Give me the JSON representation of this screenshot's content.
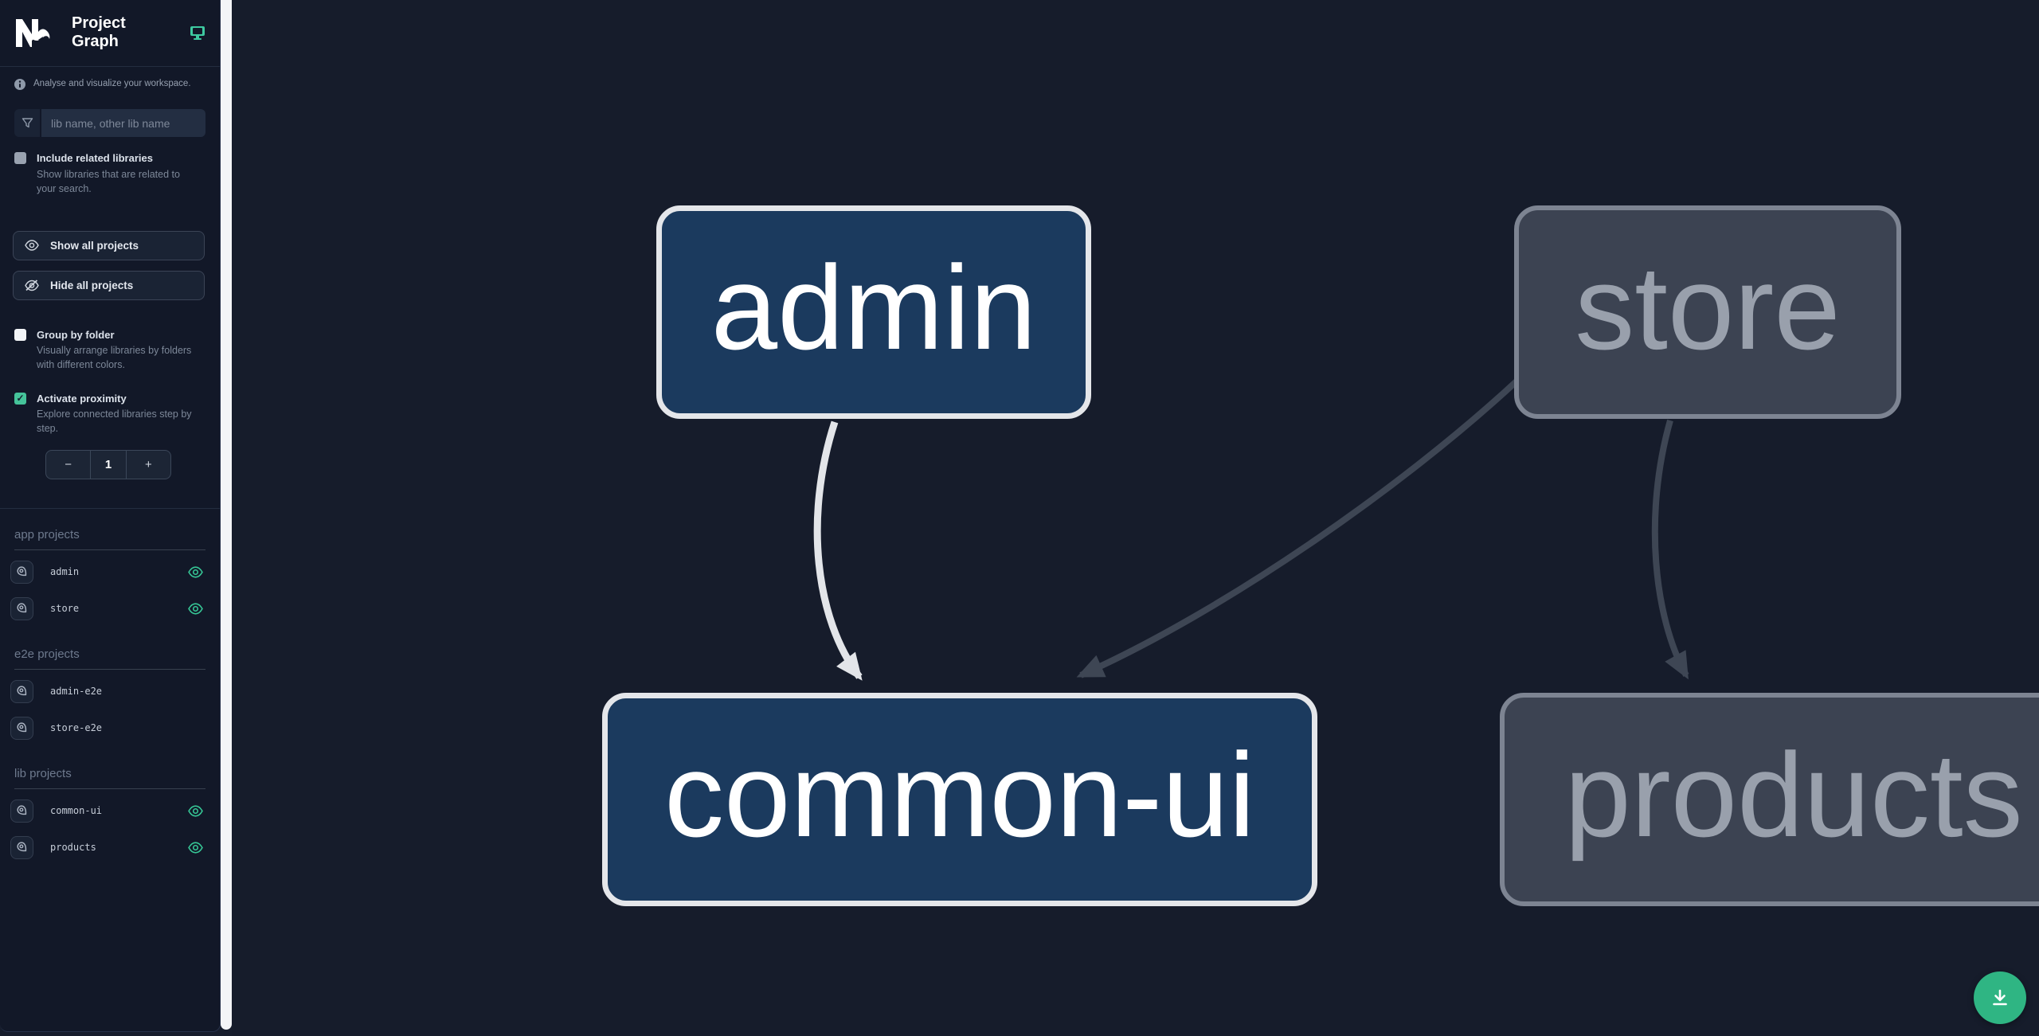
{
  "header": {
    "title": "Project Graph"
  },
  "subtitle": "Analyse and visualize your workspace.",
  "search": {
    "placeholder": "lib name, other lib name"
  },
  "options": {
    "include_related": {
      "label": "Include related libraries",
      "description": "Show libraries that are related to your search.",
      "checked": false
    },
    "group_by_folder": {
      "label": "Group by folder",
      "description": "Visually arrange libraries by folders with different colors.",
      "checked": false
    },
    "activate_proximity": {
      "label": "Activate proximity",
      "description": "Explore connected libraries step by step.",
      "checked": true,
      "check_glyph": "✓"
    }
  },
  "buttons": {
    "show_all": "Show all projects",
    "hide_all": "Hide all projects"
  },
  "stepper": {
    "decrement": "−",
    "value": "1",
    "increment": "+"
  },
  "sections": [
    {
      "title": "app projects",
      "items": [
        {
          "name": "admin",
          "eye_visible": true
        },
        {
          "name": "store",
          "eye_visible": true
        }
      ]
    },
    {
      "title": "e2e projects",
      "items": [
        {
          "name": "admin-e2e",
          "eye_visible": false
        },
        {
          "name": "store-e2e",
          "eye_visible": false
        }
      ]
    },
    {
      "title": "lib projects",
      "items": [
        {
          "name": "common-ui",
          "eye_visible": true
        },
        {
          "name": "products",
          "eye_visible": true
        }
      ]
    }
  ],
  "graph": {
    "nodes": [
      {
        "label": "admin",
        "state": "focused"
      },
      {
        "label": "store",
        "state": "dimmed"
      },
      {
        "label": "common-ui",
        "state": "focused"
      },
      {
        "label": "products",
        "state": "dimmed"
      }
    ],
    "edges": [
      {
        "source": "admin",
        "target": "common-ui",
        "state": "highlighted"
      },
      {
        "source": "store",
        "target": "common-ui",
        "state": "dimmed"
      },
      {
        "source": "store",
        "target": "products",
        "state": "dimmed"
      }
    ]
  },
  "colors": {
    "sidebar_bg": "#121828",
    "canvas_bg": "#161c2b",
    "accent_teal": "#36c796",
    "checkbox_checked": "#45c39a",
    "fab_green": "#2fb583",
    "node_focused_fill": "#1b3a5e",
    "node_focused_border": "#e4e6ea",
    "node_dimmed_fill": "#3c4352",
    "node_dimmed_border": "#7d8492",
    "edge_highlighted": "#e3e5e9",
    "edge_dimmed": "#3e4654"
  }
}
